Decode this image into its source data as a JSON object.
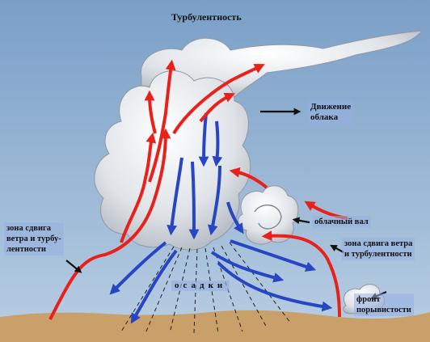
{
  "colors": {
    "sky_top": "#7a9fc7",
    "sky_bottom": "#b9cee3",
    "ground": "#c9a06a",
    "cloud": "#e3e6ea",
    "updraft_arrow": "#e8211b",
    "downdraft_arrow": "#2746c4",
    "label_box": "#96afe1"
  },
  "labels": {
    "turbulence": "Турбулентность",
    "cloud_motion": "Движение\nоблака",
    "shelf_cloud": "облачный вал",
    "shear_left": "зона сдвига\nветра и турбу-\nлентности",
    "shear_right": "зона сдвига ветра\nи турбулентности",
    "precipitation": "осадки",
    "gust_front": "фронт\nпорывистости"
  }
}
